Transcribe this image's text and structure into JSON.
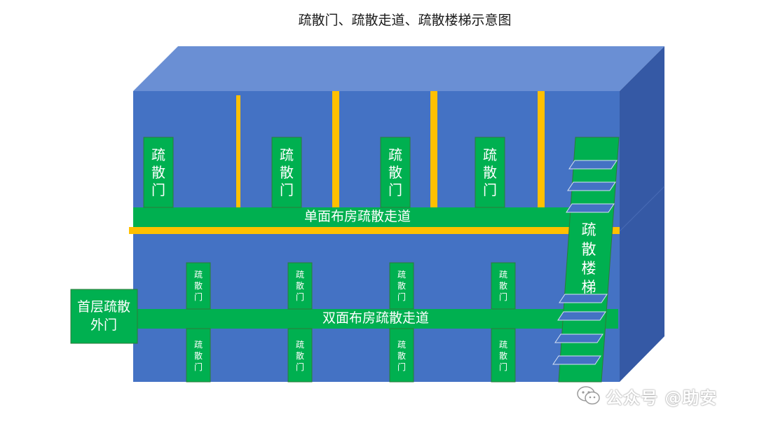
{
  "title": "疏散门、疏散走道、疏散楼梯示意图",
  "upper_doors": [
    "疏散门",
    "疏散门",
    "疏散门",
    "疏散门"
  ],
  "upper_corridor": "单面布房疏散走道",
  "lower_doors_top": [
    "疏散门",
    "疏散门",
    "疏散门",
    "疏散门"
  ],
  "lower_doors_bottom": [
    "疏散门",
    "疏散门",
    "疏散门",
    "疏散门"
  ],
  "lower_corridor": "双面布房疏散走道",
  "staircase": "疏散楼梯",
  "ground_exit": "首层疏散外门",
  "watermark": {
    "text": "公众号 @助安",
    "icon": "wechat-icon"
  },
  "colors": {
    "building_front": "#4472c4",
    "building_top": "#6a8fd4",
    "building_side": "#3559a5",
    "green": "#00b050",
    "yellow": "#ffc000"
  }
}
